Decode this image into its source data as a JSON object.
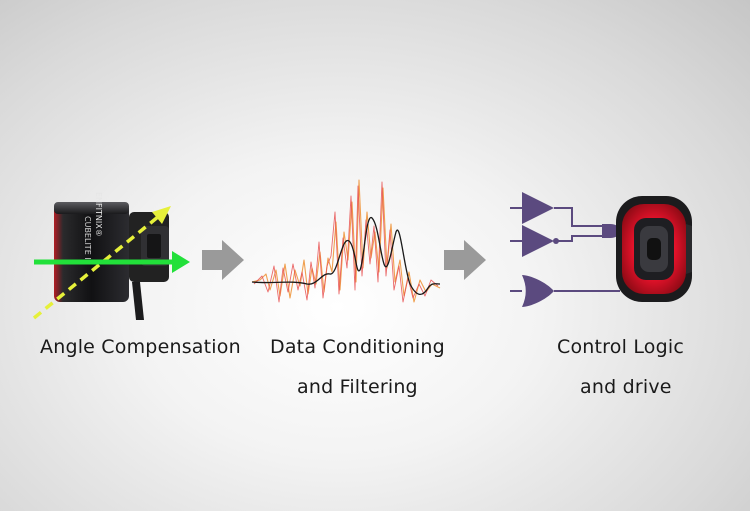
{
  "steps": [
    {
      "label_lines": [
        "Angle Compensation"
      ]
    },
    {
      "label_lines": [
        "Data Conditioning",
        "and Filtering"
      ]
    },
    {
      "label_lines": [
        "Control Logic",
        "and drive"
      ]
    }
  ],
  "device": {
    "brand_text": "ENFITNIX®",
    "model_text": "CUBELITE II"
  },
  "colors": {
    "axis_green": "#22e03a",
    "axis_yellow": "#e6f03a",
    "flow_arrow": "#9a9a9a",
    "gate_purple": "#5b4a7f",
    "tail_light_red": "#e3122a"
  },
  "icons": [
    "flow-arrow-icon",
    "logic-gate-icon",
    "tail-light-icon",
    "signal-waveform-icon"
  ]
}
